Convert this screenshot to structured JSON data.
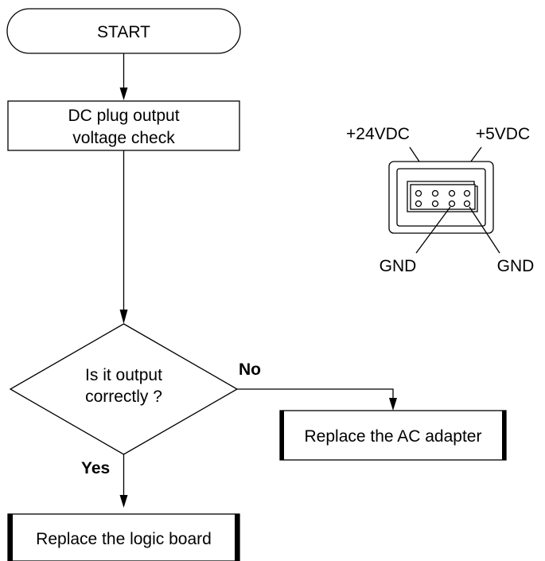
{
  "flowchart": {
    "start_label": "START",
    "step1_line1": "DC plug output",
    "step1_line2": "voltage check",
    "decision_line1": "Is it output",
    "decision_line2": "correctly ?",
    "no_label": "No",
    "yes_label": "Yes",
    "no_action": "Replace the AC adapter",
    "yes_action": "Replace the logic board"
  },
  "connector": {
    "pin_24v": "+24VDC",
    "pin_5v": "+5VDC",
    "gnd_left": "GND",
    "gnd_right": "GND"
  }
}
